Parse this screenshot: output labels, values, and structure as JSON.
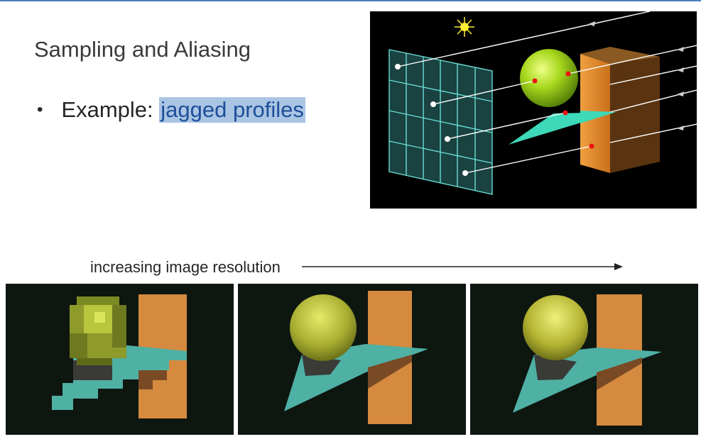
{
  "slide": {
    "title": "Sampling and Aliasing",
    "bullet_prefix": "Example: ",
    "bullet_highlight": "jagged profiles"
  },
  "resolution_caption": "increasing image resolution",
  "colors": {
    "accent_rule": "#4a7fc0",
    "highlight_bg": "#a9c5e3",
    "highlight_text": "#1f4e9a",
    "grid": "#69dcd5",
    "box_orange": "#d9822b",
    "sphere_green": "#a8d81e",
    "triangle_teal": "#3dd9b8"
  },
  "panels": [
    "low-resolution-render",
    "medium-resolution-render",
    "high-resolution-render"
  ]
}
